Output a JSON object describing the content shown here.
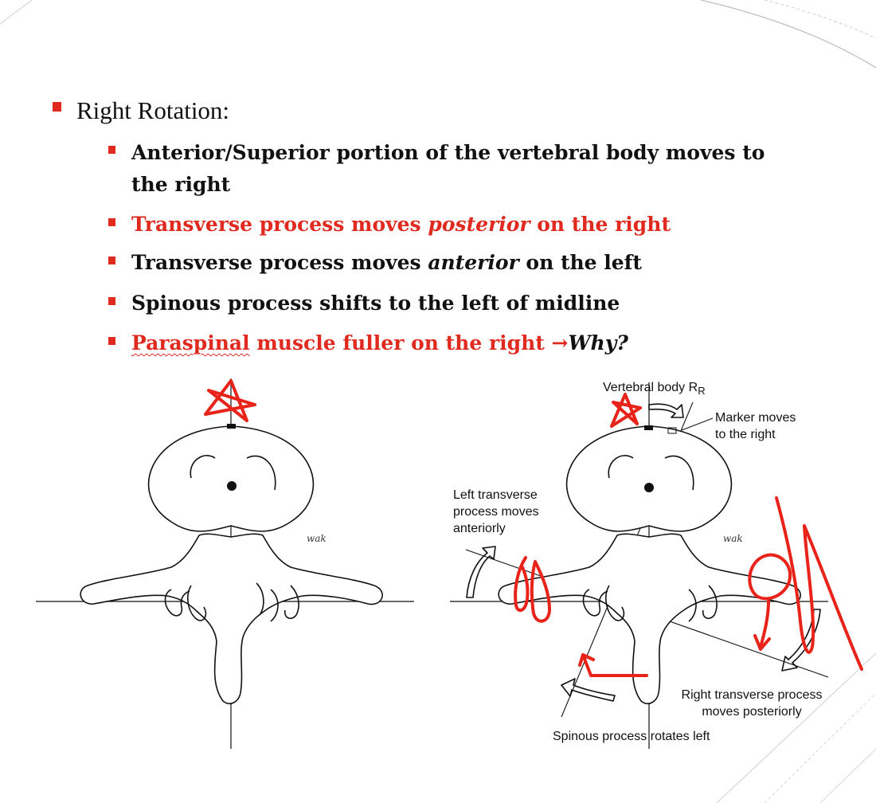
{
  "slide": {
    "heading": "Right Rotation:",
    "bullets": [
      {
        "line1": "Anterior/Superior portion of the vertebral body moves to",
        "line2": "the right"
      },
      {
        "pre": "Transverse process moves ",
        "em": "posterior",
        "post": " on the right"
      },
      {
        "pre": "Transverse process moves ",
        "em": "anterior",
        "post": " on the left"
      },
      {
        "text": "Spinous process shifts to the left of midline"
      },
      {
        "underlined": "Paraspinal",
        "rest": " muscle fuller on the right ",
        "arrow": "→",
        "why": "Why?"
      }
    ]
  },
  "diagram": {
    "captions": {
      "vertebral_body": "Vertebral body R",
      "vertebral_body_sub": "R",
      "marker_line1": "Marker moves",
      "marker_line2": "to the right",
      "left_tp_line1": "Left transverse",
      "left_tp_line2": "process moves",
      "left_tp_line3": "anteriorly",
      "right_tp_line1": "Right transverse process",
      "right_tp_line2": "moves posteriorly",
      "spinous": "Spinous process rotates left"
    },
    "signature": "wak"
  },
  "colors": {
    "accent": "#e0291f",
    "ink": "#111111",
    "annotation": "#e8231a"
  }
}
